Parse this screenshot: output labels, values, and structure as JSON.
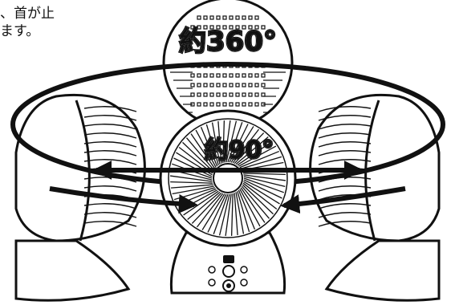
{
  "caption": {
    "line1": "、首が止",
    "line2": "ます。"
  },
  "labels": {
    "rotation_full": "約360°",
    "rotation_swing": "約90°"
  },
  "colors": {
    "ink": "#111111",
    "background": "#ffffff"
  },
  "icons": [
    "fan-front-icon",
    "fan-back-icon",
    "fan-side-left-icon",
    "fan-side-right-icon",
    "rotation-ellipse-icon",
    "double-arrow-icon",
    "power-button-icon"
  ]
}
